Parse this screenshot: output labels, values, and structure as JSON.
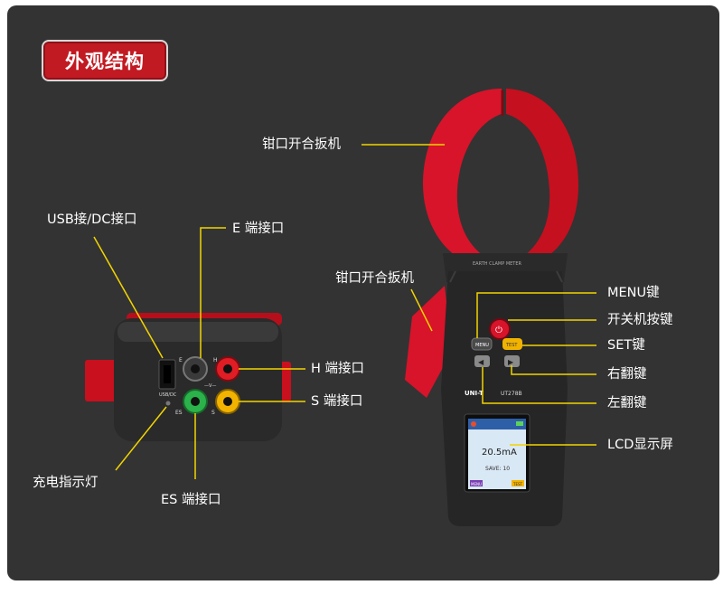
{
  "title": "外观结构",
  "labels": {
    "clamp_trigger_top": "钳口开合扳机",
    "clamp_trigger_side": "钳口开合扳机",
    "usb_dc_port": "USB接/DC接口",
    "e_port": "E 端接口",
    "h_port": "H 端接口",
    "s_port": "S 端接口",
    "es_port": "ES 端接口",
    "charge_indicator": "充电指示灯",
    "menu_key": "MENU键",
    "power_key": "开关机按键",
    "set_key": "SET键",
    "right_flip_key": "右翻键",
    "left_flip_key": "左翻键",
    "lcd_display": "LCD显示屏"
  },
  "device": {
    "jaw_label": "EARTH CLAMP METER",
    "brand": "UNI-T",
    "model": "UT278B",
    "menu_button": "MENU",
    "test_button": "TEST",
    "screen_reading": "20.5mA",
    "screen_save": "SAVE: 10",
    "screen_soft_left": "MENU",
    "screen_soft_right": "TEST"
  },
  "bottom_device": {
    "usb_label": "USB/DC",
    "e_mark": "E",
    "h_mark": "H",
    "es_mark": "ES",
    "s_mark": "S",
    "v_mark": "—V—"
  },
  "colors": {
    "background_panel": "#333333",
    "badge_red": "#c21a22",
    "device_red": "#d7142a",
    "device_body": "#262626",
    "leader_line": "#f2d400",
    "jack_red": "#e01c24",
    "jack_green": "#2bb24a",
    "jack_yellow": "#f2b300",
    "jack_black": "#3a3a3a"
  }
}
